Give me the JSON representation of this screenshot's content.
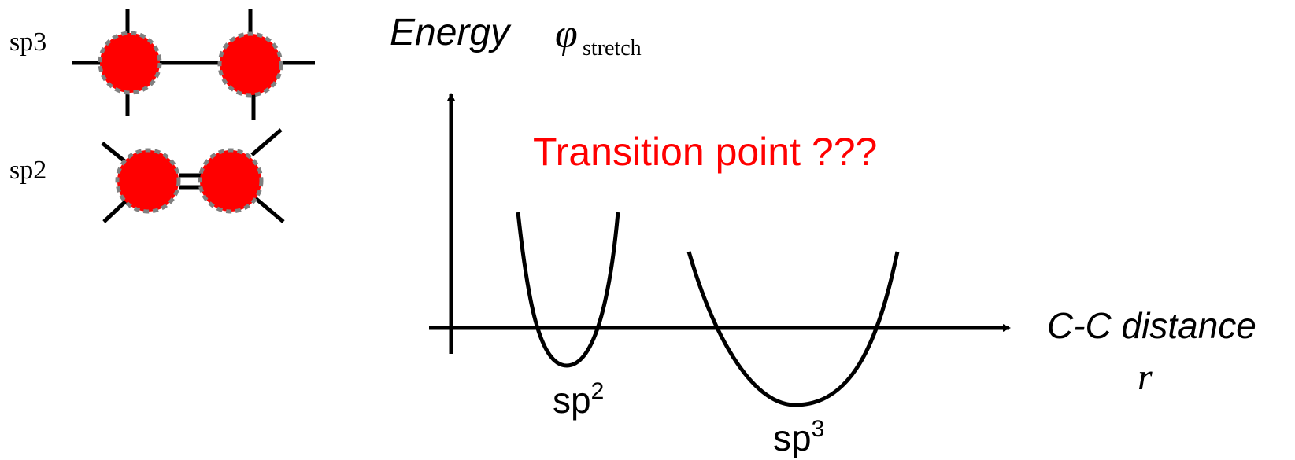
{
  "molecules": {
    "sp3_label": "sp3",
    "sp2_label": "sp2",
    "atom_color": "#ff0000",
    "atom_outline_color": "#808080",
    "bond_color": "#000000"
  },
  "plot": {
    "y_label_word": "Energy",
    "y_label_symbol": "φ",
    "y_label_subscript": "stretch",
    "x_label_line1": "C-C distance",
    "x_label_line2": "r",
    "annotation": "Transition point ???",
    "annotation_color": "#ff0000",
    "sp2_well": {
      "base": "sp",
      "sup": "2"
    },
    "sp3_well": {
      "base": "sp",
      "sup": "3"
    }
  }
}
